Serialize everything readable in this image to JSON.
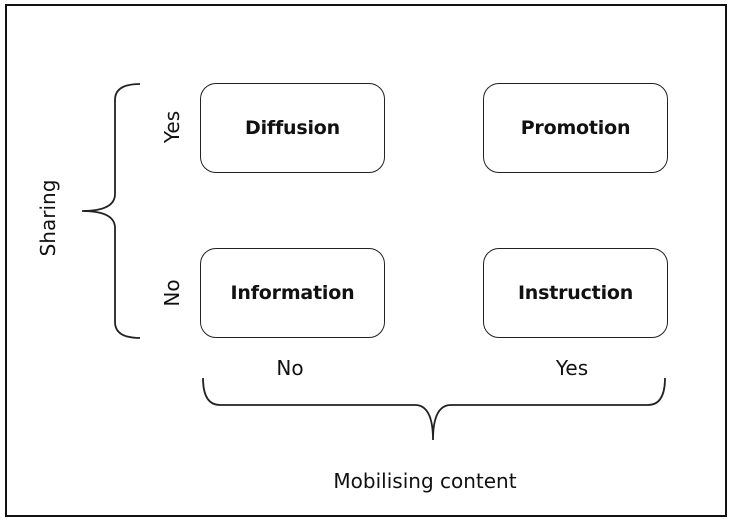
{
  "diagram": {
    "quadrants": {
      "top_left": "Diffusion",
      "top_right": "Promotion",
      "bottom_left": "Information",
      "bottom_right": "Instruction"
    },
    "x_axis": {
      "title": "Mobilising content",
      "ticks": [
        "No",
        "Yes"
      ]
    },
    "y_axis": {
      "title": "Sharing",
      "ticks": [
        "Yes",
        "No"
      ]
    }
  }
}
